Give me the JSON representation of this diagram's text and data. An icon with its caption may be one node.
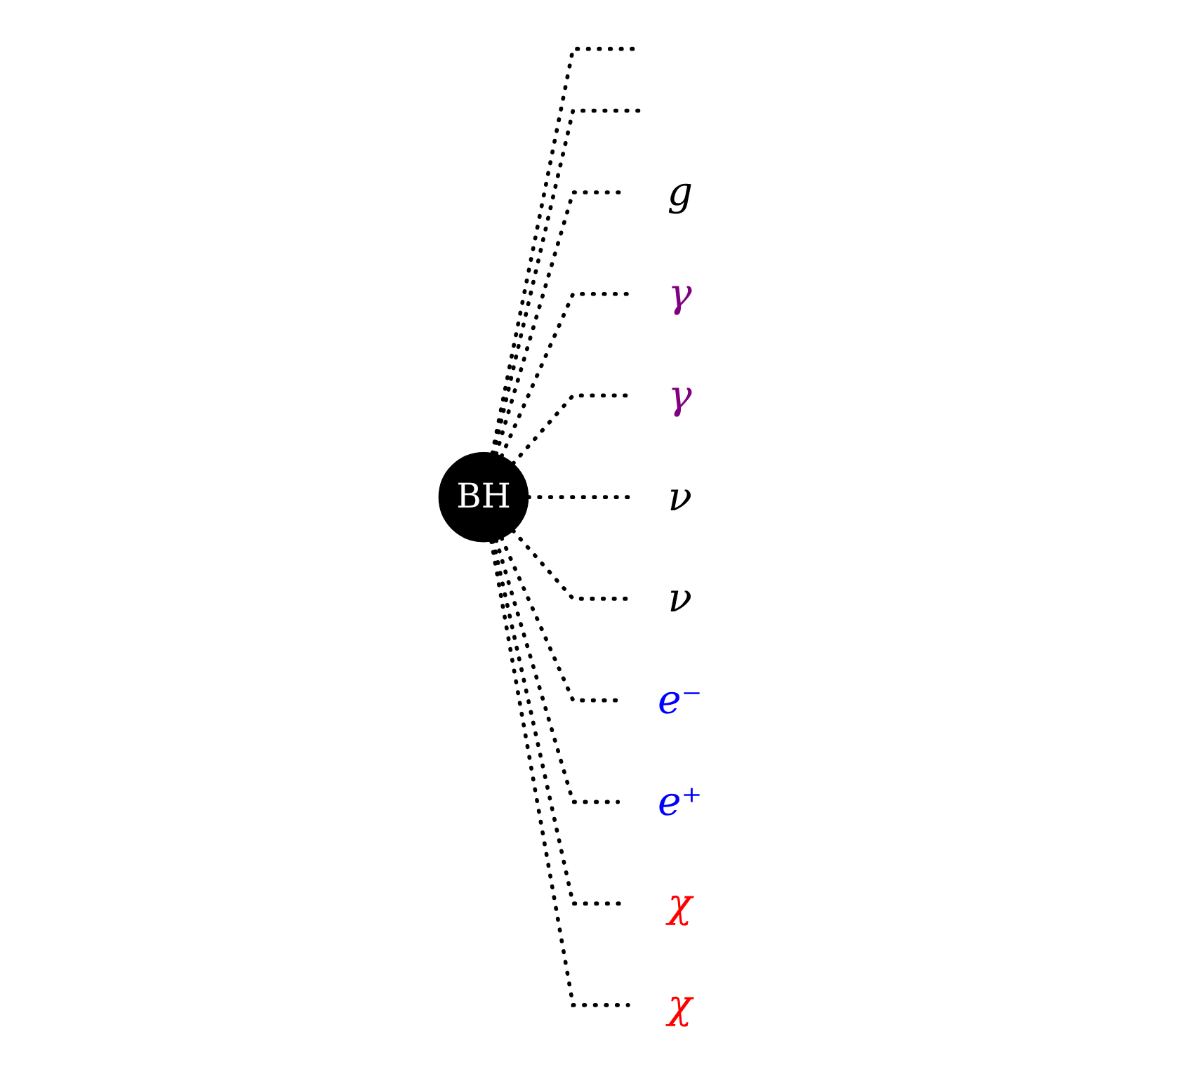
{
  "diagram": {
    "nodes": [
      {
        "text": [
          "BH"
        ]
      },
      {
        "text": [
          "g"
        ]
      },
      {
        "text": [
          "γ"
        ]
      },
      {
        "text": [
          "γ"
        ]
      },
      {
        "text": [
          "ν"
        ]
      },
      {
        "text": [
          "ν"
        ]
      },
      {
        "text": [
          "e⁻"
        ]
      },
      {
        "text": [
          "e⁺"
        ]
      },
      {
        "text": [
          "χ"
        ]
      },
      {
        "text": [
          "χ"
        ]
      }
    ],
    "edges": [
      {
        "from": 0,
        "to": null,
        "arrow": "none",
        "style": "dashed"
      },
      {
        "from": 0,
        "to": null,
        "arrow": "none",
        "style": "dashed"
      },
      {
        "from": 0,
        "to": 1,
        "arrow": "none",
        "style": "dashed"
      },
      {
        "from": 0,
        "to": 2,
        "arrow": "none",
        "style": "dashed"
      },
      {
        "from": 0,
        "to": 3,
        "arrow": "none",
        "style": "dashed"
      },
      {
        "from": 0,
        "to": 4,
        "arrow": "none",
        "style": "dashed"
      },
      {
        "from": 0,
        "to": 5,
        "arrow": "none",
        "style": "dashed"
      },
      {
        "from": 0,
        "to": 6,
        "arrow": "none",
        "style": "dashed"
      },
      {
        "from": 0,
        "to": 7,
        "arrow": "none",
        "style": "dashed"
      },
      {
        "from": 0,
        "to": 8,
        "arrow": "none",
        "style": "dashed"
      },
      {
        "from": 0,
        "to": 9,
        "arrow": "none",
        "style": "dashed"
      }
    ]
  }
}
